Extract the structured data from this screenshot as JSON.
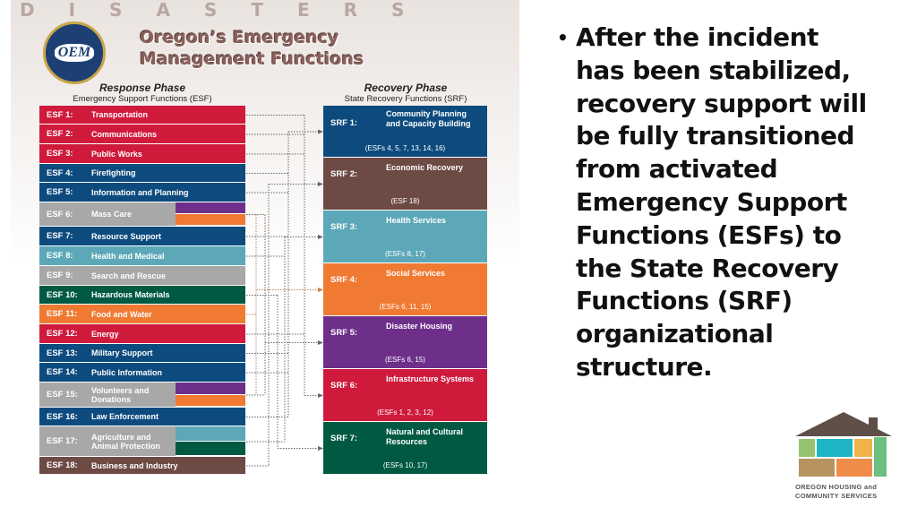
{
  "graphic": {
    "background_word": "DISASTERS",
    "seal_text": "OEM",
    "title_line1": "Oregon’s Emergency",
    "title_line2": "Management Functions",
    "response": {
      "title": "Response Phase",
      "subtitle": "Emergency Support Functions (ESF)"
    },
    "recovery": {
      "title": "Recovery Phase",
      "subtitle": "State Recovery Functions (SRF)"
    },
    "esf": [
      {
        "num": "ESF 1:",
        "label": "Transportation",
        "color": "#cf1a3c"
      },
      {
        "num": "ESF 2:",
        "label": "Communications",
        "color": "#cf1a3c"
      },
      {
        "num": "ESF 3:",
        "label": "Public Works",
        "color": "#cf1a3c"
      },
      {
        "num": "ESF 4:",
        "label": "Firefighting",
        "color": "#0d4b7e"
      },
      {
        "num": "ESF 5:",
        "label": "Information and Planning",
        "color": "#0d4b7e"
      },
      {
        "num": "ESF 6:",
        "label": "Mass Care",
        "color": "#a8a8a9",
        "swatches": [
          "#6d2f8a",
          "#f07a32"
        ]
      },
      {
        "num": "ESF 7:",
        "label": "Resource Support",
        "color": "#0d4b7e"
      },
      {
        "num": "ESF 8:",
        "label": "Health and Medical",
        "color": "#5ca8b8"
      },
      {
        "num": "ESF 9:",
        "label": "Search and Rescue",
        "color": "#a8a8a9"
      },
      {
        "num": "ESF 10:",
        "label": "Hazardous Materials",
        "color": "#005a43"
      },
      {
        "num": "ESF 11:",
        "label": "Food and Water",
        "color": "#f07a32"
      },
      {
        "num": "ESF 12:",
        "label": "Energy",
        "color": "#cf1a3c"
      },
      {
        "num": "ESF 13:",
        "label": "Military Support",
        "color": "#0d4b7e"
      },
      {
        "num": "ESF 14:",
        "label": "Public Information",
        "color": "#0d4b7e"
      },
      {
        "num": "ESF 15:",
        "label": "Volunteers and Donations",
        "color": "#a8a8a9",
        "swatches": [
          "#6d2f8a",
          "#f07a32"
        ]
      },
      {
        "num": "ESF 16:",
        "label": "Law Enforcement",
        "color": "#0d4b7e"
      },
      {
        "num": "ESF 17:",
        "label": "Agriculture and Animal Protection",
        "color": "#a8a8a9",
        "swatches": [
          "#5ca8b8",
          "#005a43"
        ]
      },
      {
        "num": "ESF 18:",
        "label": "Business and Industry",
        "color": "#6e4a45"
      }
    ],
    "srf": [
      {
        "num": "SRF 1:",
        "label": "Community Planning and Capacity Building",
        "esfs": "(ESFs 4, 5, 7, 13, 14, 16)",
        "color": "#0d4b7e"
      },
      {
        "num": "SRF 2:",
        "label": "Economic Recovery",
        "esfs": "(ESF 18)",
        "color": "#6e4a45"
      },
      {
        "num": "SRF 3:",
        "label": "Health Services",
        "esfs": "(ESFs 8, 17)",
        "color": "#5ca8b8"
      },
      {
        "num": "SRF 4:",
        "label": "Social Services",
        "esfs": "(ESFs 6, 11, 15)",
        "color": "#f07a32"
      },
      {
        "num": "SRF 5:",
        "label": "Disaster Housing",
        "esfs": "(ESFs 6, 15)",
        "color": "#6d2f8a"
      },
      {
        "num": "SRF 6:",
        "label": "Infrastructure Systems",
        "esfs": "(ESFs 1, 2, 3, 12)",
        "color": "#cf1a3c"
      },
      {
        "num": "SRF 7:",
        "label": "Natural and Cultural Resources",
        "esfs": "(ESFs 10, 17)",
        "color": "#005a43"
      }
    ]
  },
  "bullet": {
    "lines": [
      "After the incident",
      "has been stabilized,",
      "recovery support will",
      "be fully transitioned",
      "from activated",
      "Emergency Support",
      "Functions (ESFs) to",
      "the State Recovery",
      "Functions (SRF)",
      "organizational",
      "structure."
    ]
  },
  "logo": {
    "line1": "OREGON HOUSING and",
    "line2": "COMMUNITY SERVICES",
    "colors": [
      "#5e5049",
      "#96c46e",
      "#1db5c4",
      "#f0b34a",
      "#6bbf7f",
      "#b8935f",
      "#f08c4a"
    ]
  }
}
